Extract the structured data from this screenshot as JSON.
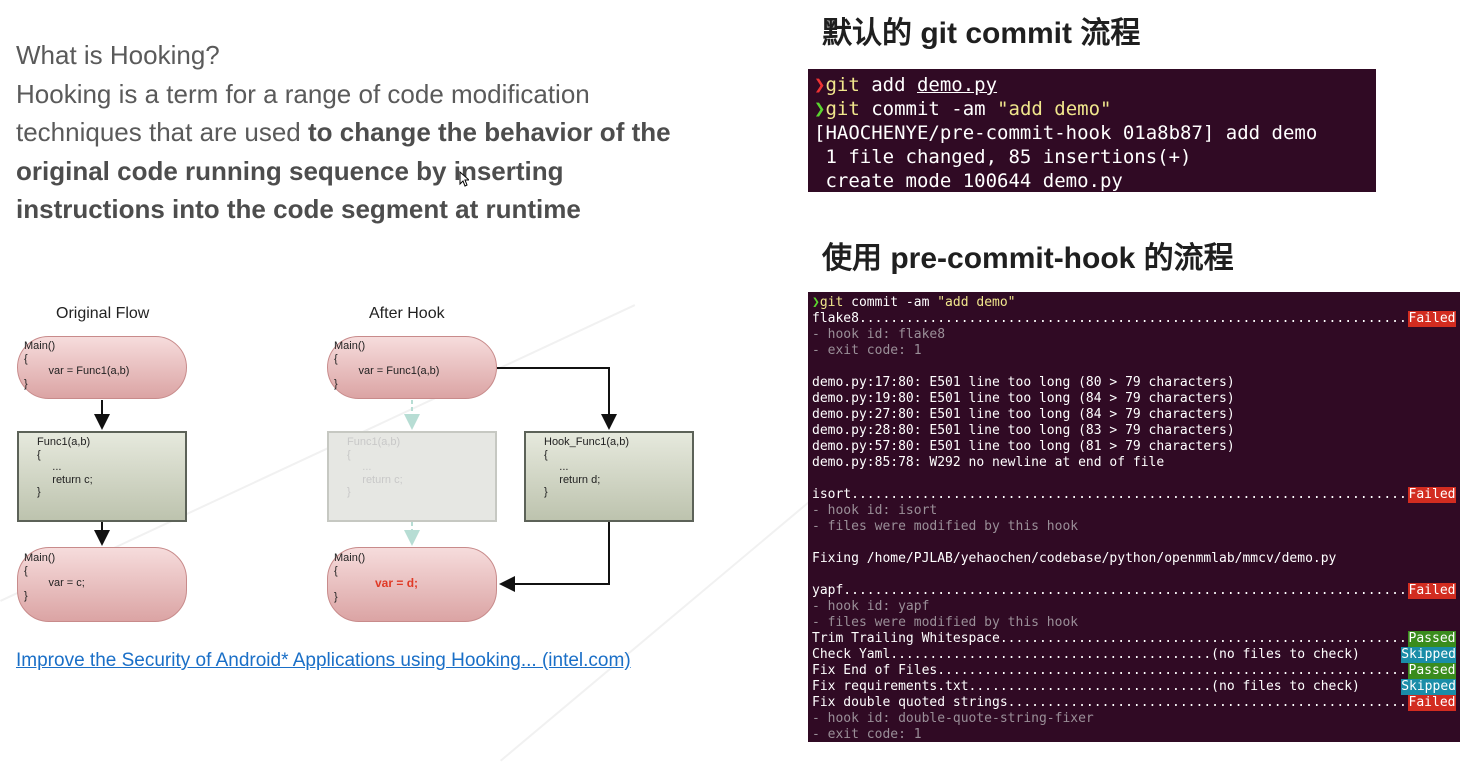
{
  "intro": {
    "question": "What is Hooking?",
    "definition_start": "Hooking is a term for a range of code modification techniques that are used ",
    "definition_bold": "to change the behavior of the original code running sequence by inserting instructions into the code segment at runtime"
  },
  "diagram": {
    "original_title": "Original Flow",
    "after_title": "After Hook",
    "nodes": {
      "orig_main": "Main()\n{\n        var = Func1(a,b)\n}",
      "orig_func1": "Func1(a,b)\n{\n     ...\n     return c;\n}",
      "orig_main2": "Main()\n{\n        var = c;\n}",
      "hook_main": "Main()\n{\n        var = Func1(a,b)\n}",
      "hook_func1_faded": "Func1(a,b)\n{\n     ...\n     return c;\n}",
      "hook_func": "Hook_Func1(a,b)\n{\n     ...\n     return d;\n}",
      "hook_main2_head": "Main()\n{",
      "hook_main2_mid": "var = d;",
      "hook_main2_tail": "}"
    }
  },
  "link_text": "Improve the Security of Android* Applications using Hooking... (intel.com)",
  "right": {
    "title_default": "默认的 git commit 流程",
    "title_precommit": "使用 pre-commit-hook 的流程"
  },
  "terminal1": {
    "partial_line": "  ",
    "cmd1_prefix": "git",
    "cmd1_rest": " add ",
    "cmd1_arg": "demo.py",
    "cmd2_prefix": "git",
    "cmd2_rest": " commit -am ",
    "cmd2_arg": "\"add demo\"",
    "out1": "[HAOCHENYE/pre-commit-hook 01a8b87] add demo",
    "out2": " 1 file changed, 85 insertions(+)",
    "out3": " create mode 100644 demo.py"
  },
  "terminal2": {
    "cmd_prefix": "git",
    "cmd_rest": " commit -am ",
    "cmd_arg": "\"add demo\"",
    "lines": [
      {
        "text": "flake8.............................................................................",
        "tag": "Failed"
      },
      {
        "text": "- hook id: flake8",
        "style": "gray"
      },
      {
        "text": "- exit code: 1",
        "style": "gray"
      },
      {
        "text": ""
      },
      {
        "text": "demo.py:17:80: E501 line too long (80 > 79 characters)"
      },
      {
        "text": "demo.py:19:80: E501 line too long (84 > 79 characters)"
      },
      {
        "text": "demo.py:27:80: E501 line too long (84 > 79 characters)"
      },
      {
        "text": "demo.py:28:80: E501 line too long (83 > 79 characters)"
      },
      {
        "text": "demo.py:57:80: E501 line too long (81 > 79 characters)"
      },
      {
        "text": "demo.py:85:78: W292 no newline at end of file"
      },
      {
        "text": ""
      },
      {
        "text": "isort..............................................................................",
        "tag": "Failed"
      },
      {
        "text": "- hook id: isort",
        "style": "gray"
      },
      {
        "text": "- files were modified by this hook",
        "style": "gray"
      },
      {
        "text": ""
      },
      {
        "text": "Fixing /home/PJLAB/yehaochen/codebase/python/openmmlab/mmcv/demo.py"
      },
      {
        "text": ""
      },
      {
        "text": "yapf...............................................................................",
        "tag": "Failed"
      },
      {
        "text": "- hook id: yapf",
        "style": "gray"
      },
      {
        "text": "- files were modified by this hook",
        "style": "gray"
      },
      {
        "text": "Trim Trailing Whitespace...........................................................",
        "tag": "Passed"
      },
      {
        "text": "Check Yaml.........................................(no files to check)",
        "tag": "Skipped"
      },
      {
        "text": "Fix End of Files...................................................................",
        "tag": "Passed"
      },
      {
        "text": "Fix requirements.txt...............................(no files to check)",
        "tag": "Skipped"
      },
      {
        "text": "Fix double quoted strings..........................................................",
        "tag": "Failed"
      },
      {
        "text": "- hook id: double-quote-string-fixer",
        "style": "gray"
      },
      {
        "text": "- exit code: 1",
        "style": "gray"
      }
    ]
  },
  "colors": {
    "terminal_bg": "#300a24",
    "failed": "#d22c20",
    "passed": "#3a8c1d",
    "skipped": "#1a8da8",
    "link": "#1a6fc7"
  }
}
